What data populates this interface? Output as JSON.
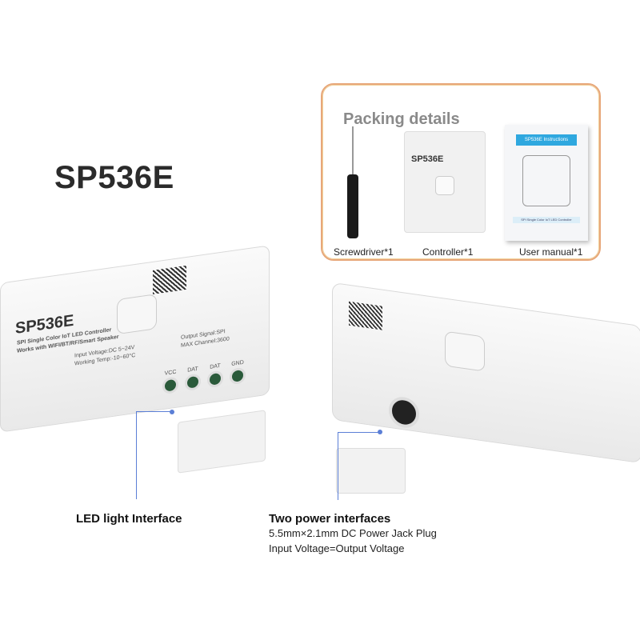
{
  "title": "SP536E",
  "packing": {
    "heading": "Packing details",
    "items": [
      {
        "label": "Screwdriver*1"
      },
      {
        "label": "Controller*1"
      },
      {
        "label": "User manual*1"
      }
    ],
    "manual_header": "SP536E Instructions",
    "manual_strip": "SPI Single Color IoT LED Controller",
    "border_color": "#e7a77a"
  },
  "device": {
    "model": "SP536E",
    "line1": "SPI Single Color IoT LED Controller",
    "line2": "Works with WIFI/BT/RF/Smart Speaker",
    "input": "Input Voltage:DC 5~24V",
    "output": "Output Signal:SPI",
    "temp": "Working Temp:-10~60°C",
    "channel": "MAX Channel:3600",
    "pins": [
      "VCC",
      "DAT",
      "DAT",
      "GND"
    ]
  },
  "callouts": {
    "led": {
      "label": "LED light Interface"
    },
    "power": {
      "label": "Two power interfaces",
      "lines": [
        "5.5mm×2.1mm DC Power Jack Plug",
        "Input Voltage=Output Voltage"
      ]
    },
    "color": "#5b7fd6"
  }
}
